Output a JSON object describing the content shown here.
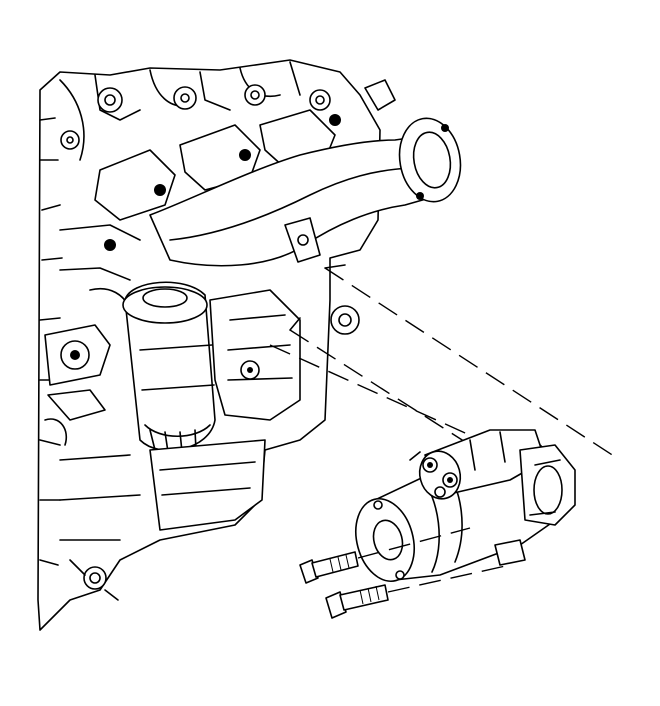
{
  "diagram": {
    "type": "exploded-view line drawing",
    "parts": [
      {
        "name": "engine-block-assembly"
      },
      {
        "name": "exhaust-pipe"
      },
      {
        "name": "starter-motor"
      },
      {
        "name": "mounting-bolt-upper"
      },
      {
        "name": "mounting-bolt-lower"
      }
    ],
    "leader_lines": 3
  },
  "colors": {
    "line": "#000000",
    "background": "#ffffff"
  }
}
